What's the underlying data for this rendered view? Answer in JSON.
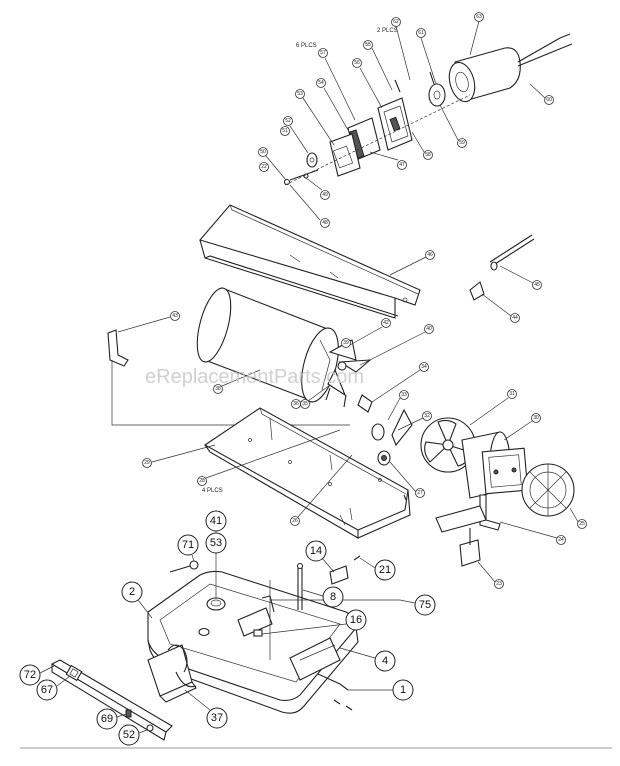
{
  "watermark": "eReplacementParts.com",
  "notes": {
    "six_plcs": "6 PLCS",
    "two_plcs": "2 PLCS",
    "four_plcs": "4 PLCS"
  },
  "callouts_large": [
    "71",
    "41",
    "53",
    "2",
    "14",
    "21",
    "8",
    "75",
    "16",
    "4",
    "72",
    "67",
    "37",
    "1",
    "69",
    "52"
  ],
  "callouts_small": [
    "63",
    "62",
    "61",
    "60",
    "59",
    "58",
    "57",
    "56",
    "55",
    "54",
    "53",
    "52",
    "51",
    "50",
    "49",
    "48",
    "47",
    "46",
    "45",
    "44",
    "43",
    "42",
    "40",
    "39",
    "38",
    "36",
    "35",
    "34",
    "33",
    "32",
    "31",
    "30",
    "29",
    "28",
    "27",
    "26",
    "25",
    "24",
    "23",
    "22"
  ]
}
